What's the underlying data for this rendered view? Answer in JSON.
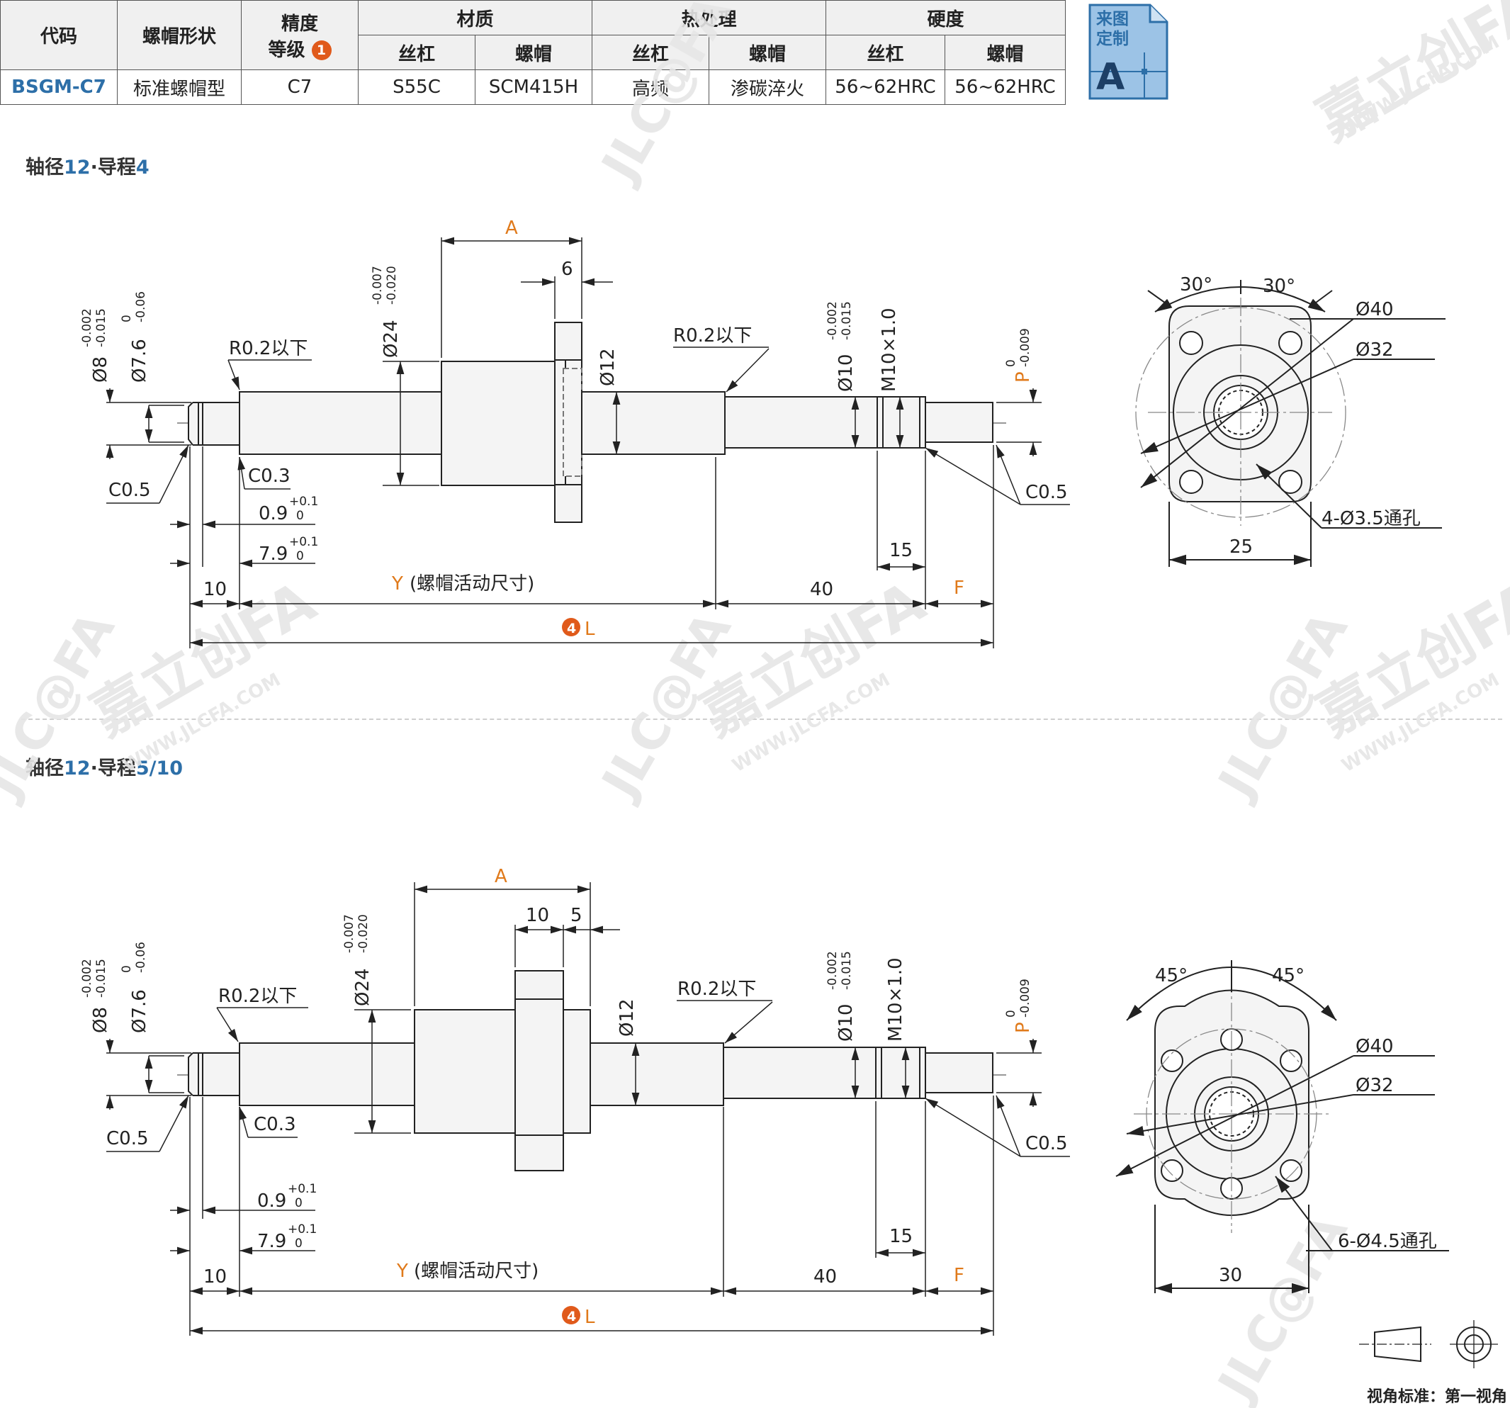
{
  "table": {
    "headers": {
      "code": "代码",
      "nut_shape": "螺帽形状",
      "precision_line1": "精度",
      "precision_line2": "等级",
      "precision_badge": "1",
      "material": "材质",
      "heat_treatment": "热处理",
      "hardness": "硬度",
      "screw": "丝杠",
      "nut": "螺帽"
    },
    "row": {
      "code": "BSGM-C7",
      "nut_shape": "标准螺帽型",
      "precision": "C7",
      "material_screw": "S55C",
      "material_nut": "SCM415H",
      "heat_screw": "高频",
      "heat_nut": "渗碳淬火",
      "hardness_screw": "56~62HRC",
      "hardness_nut": "56~62HRC"
    }
  },
  "stamp": {
    "line1": "来图",
    "line2": "定制",
    "letter": "A"
  },
  "sections": [
    {
      "title_prefix": "轴径",
      "title_diameter": "12",
      "title_mid": "·导程",
      "title_lead": "4",
      "dims": {
        "A": "A",
        "six": "6",
        "d24": "Ø24",
        "d24_tol_up": "-0.007",
        "d24_tol_lo": "-0.020",
        "d12": "Ø12",
        "r02_left": "R0.2以下",
        "r02_right": "R0.2以下",
        "d8": "Ø8",
        "d8_tol_up": "-0.002",
        "d8_tol_lo": "-0.015",
        "d76": "Ø7.6",
        "d76_tol_up": "0",
        "d76_tol_lo": "-0.06",
        "d10": "Ø10",
        "d10_tol_up": "-0.002",
        "d10_tol_lo": "-0.015",
        "m10": "M10×1.0",
        "p": "P",
        "p_tol_up": "0",
        "p_tol_lo": "-0.009",
        "c05_left": "C0.5",
        "c03": "C0.3",
        "c05_right": "C0.5",
        "d09": "0.9",
        "d09_tol_up": "+0.1",
        "d09_tol_lo": "0",
        "d79": "7.9",
        "d79_tol_up": "+0.1",
        "d79_tol_lo": "0",
        "ten": "10",
        "y": "Y",
        "y_note": "(螺帽活动尺寸)",
        "forty": "40",
        "f": "F",
        "fifteen": "15",
        "badge": "4",
        "l": "L"
      },
      "end_view": {
        "ang1": "30°",
        "ang2": "30°",
        "d40": "Ø40",
        "d32": "Ø32",
        "holes": "4-Ø3.5通孔",
        "width": "25"
      }
    },
    {
      "title_prefix": "轴径",
      "title_diameter": "12",
      "title_mid": "·导程",
      "title_lead": "5/10",
      "dims": {
        "A": "A",
        "ten_top": "10",
        "five": "5",
        "d24": "Ø24",
        "d24_tol_up": "-0.007",
        "d24_tol_lo": "-0.020",
        "d12": "Ø12",
        "r02_left": "R0.2以下",
        "r02_right": "R0.2以下",
        "d8": "Ø8",
        "d8_tol_up": "-0.002",
        "d8_tol_lo": "-0.015",
        "d76": "Ø7.6",
        "d76_tol_up": "0",
        "d76_tol_lo": "-0.06",
        "d10": "Ø10",
        "d10_tol_up": "-0.002",
        "d10_tol_lo": "-0.015",
        "m10": "M10×1.0",
        "p": "P",
        "p_tol_up": "0",
        "p_tol_lo": "-0.009",
        "c05_left": "C0.5",
        "c03": "C0.3",
        "c05_right": "C0.5",
        "d09": "0.9",
        "d09_tol_up": "+0.1",
        "d09_tol_lo": "0",
        "d79": "7.9",
        "d79_tol_up": "+0.1",
        "d79_tol_lo": "0",
        "ten": "10",
        "y": "Y",
        "y_note": "(螺帽活动尺寸)",
        "forty": "40",
        "f": "F",
        "fifteen": "15",
        "badge": "4",
        "l": "L"
      },
      "end_view": {
        "ang1": "45°",
        "ang2": "45°",
        "d40": "Ø40",
        "d32": "Ø32",
        "holes": "6-Ø4.5通孔",
        "width": "30"
      }
    }
  ],
  "projection_caption": "视角标准：第一视角",
  "watermark": {
    "brand": "嘉立创FA",
    "logo": "JLC@FA",
    "url": "WWW.JLCFA.COM"
  }
}
